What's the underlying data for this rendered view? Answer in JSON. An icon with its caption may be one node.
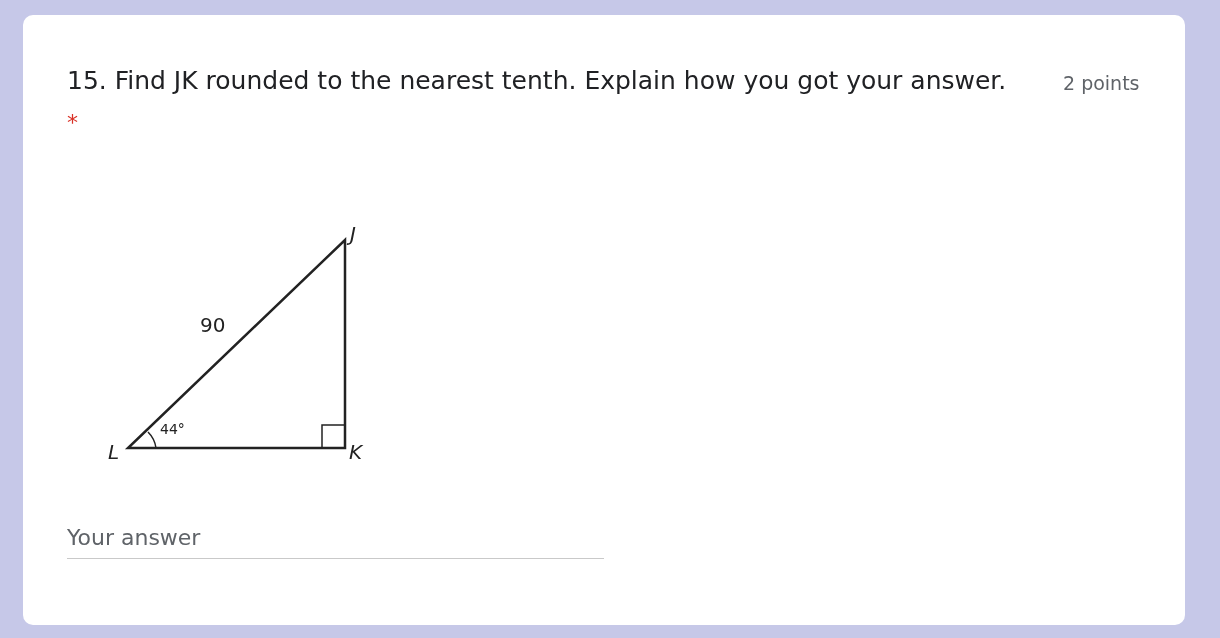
{
  "diagram": {
    "title": "15. Find JK rounded to the nearest tenth. Explain how you got your answer.",
    "labels": [
      "2 points",
      "*",
      "J",
      "90",
      "L",
      "44°",
      "K",
      "Your answer"
    ]
  }
}
